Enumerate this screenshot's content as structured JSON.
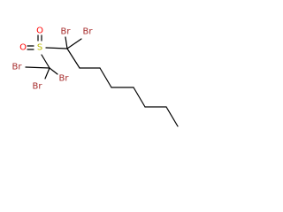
{
  "colors": {
    "bond": "#000000",
    "bromine": "#a52a2a",
    "sulfur": "#b8b800",
    "oxygen": "#ff0000"
  },
  "atoms": {
    "br1": "Br",
    "br2": "Br",
    "br3": "Br",
    "br4": "Br",
    "br5": "Br",
    "s": "S",
    "o1": "O",
    "o2": "O"
  }
}
